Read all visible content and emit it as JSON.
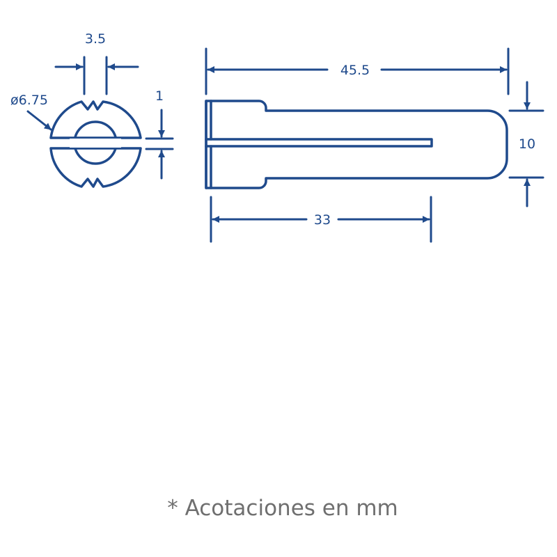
{
  "drawing": {
    "stroke_color": "#1f4a8c",
    "note_color": "#6f6f6f",
    "dimensions": {
      "slot_width": "3.5",
      "diameter": "ø6.75",
      "gap": "1",
      "overall_length": "45.5",
      "width": "10",
      "slot_length": "33"
    }
  },
  "note": "* Acotaciones en mm"
}
